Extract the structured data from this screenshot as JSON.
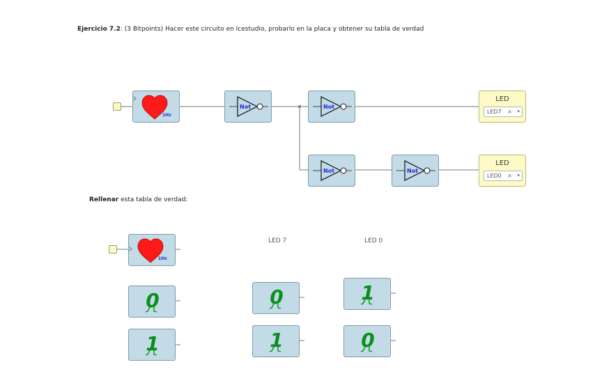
{
  "header": {
    "exercise": "Ejercicio 7.2",
    "description": ": (3 Bitpoints) Hacer este circuito en Icestudio, probarlo en la placa y obtener su tabla de verdad"
  },
  "circuit": {
    "clock_label": "1Hz",
    "not_label": "Not",
    "led_top": {
      "title": "LED",
      "value": "LED7"
    },
    "led_bottom": {
      "title": "LED",
      "value": "LED0"
    },
    "remove_glyph": "×",
    "caret_glyph": "▾"
  },
  "table": {
    "prompt_bold": "Rellenar",
    "prompt_rest": " esta tabla de verdad:",
    "clock_label": "1Hz",
    "columns": [
      "LED 7",
      "LED 0"
    ],
    "rows": [
      {
        "input": "0",
        "led7": "0",
        "led0": "1"
      },
      {
        "input": "1",
        "led7": "1",
        "led0": "0"
      }
    ]
  },
  "colors": {
    "block": "#c2dbe6",
    "led_block": "#fdfac6",
    "heart": "#ff1a1a",
    "digit": "#0a8f1e",
    "wire": "#777777"
  }
}
